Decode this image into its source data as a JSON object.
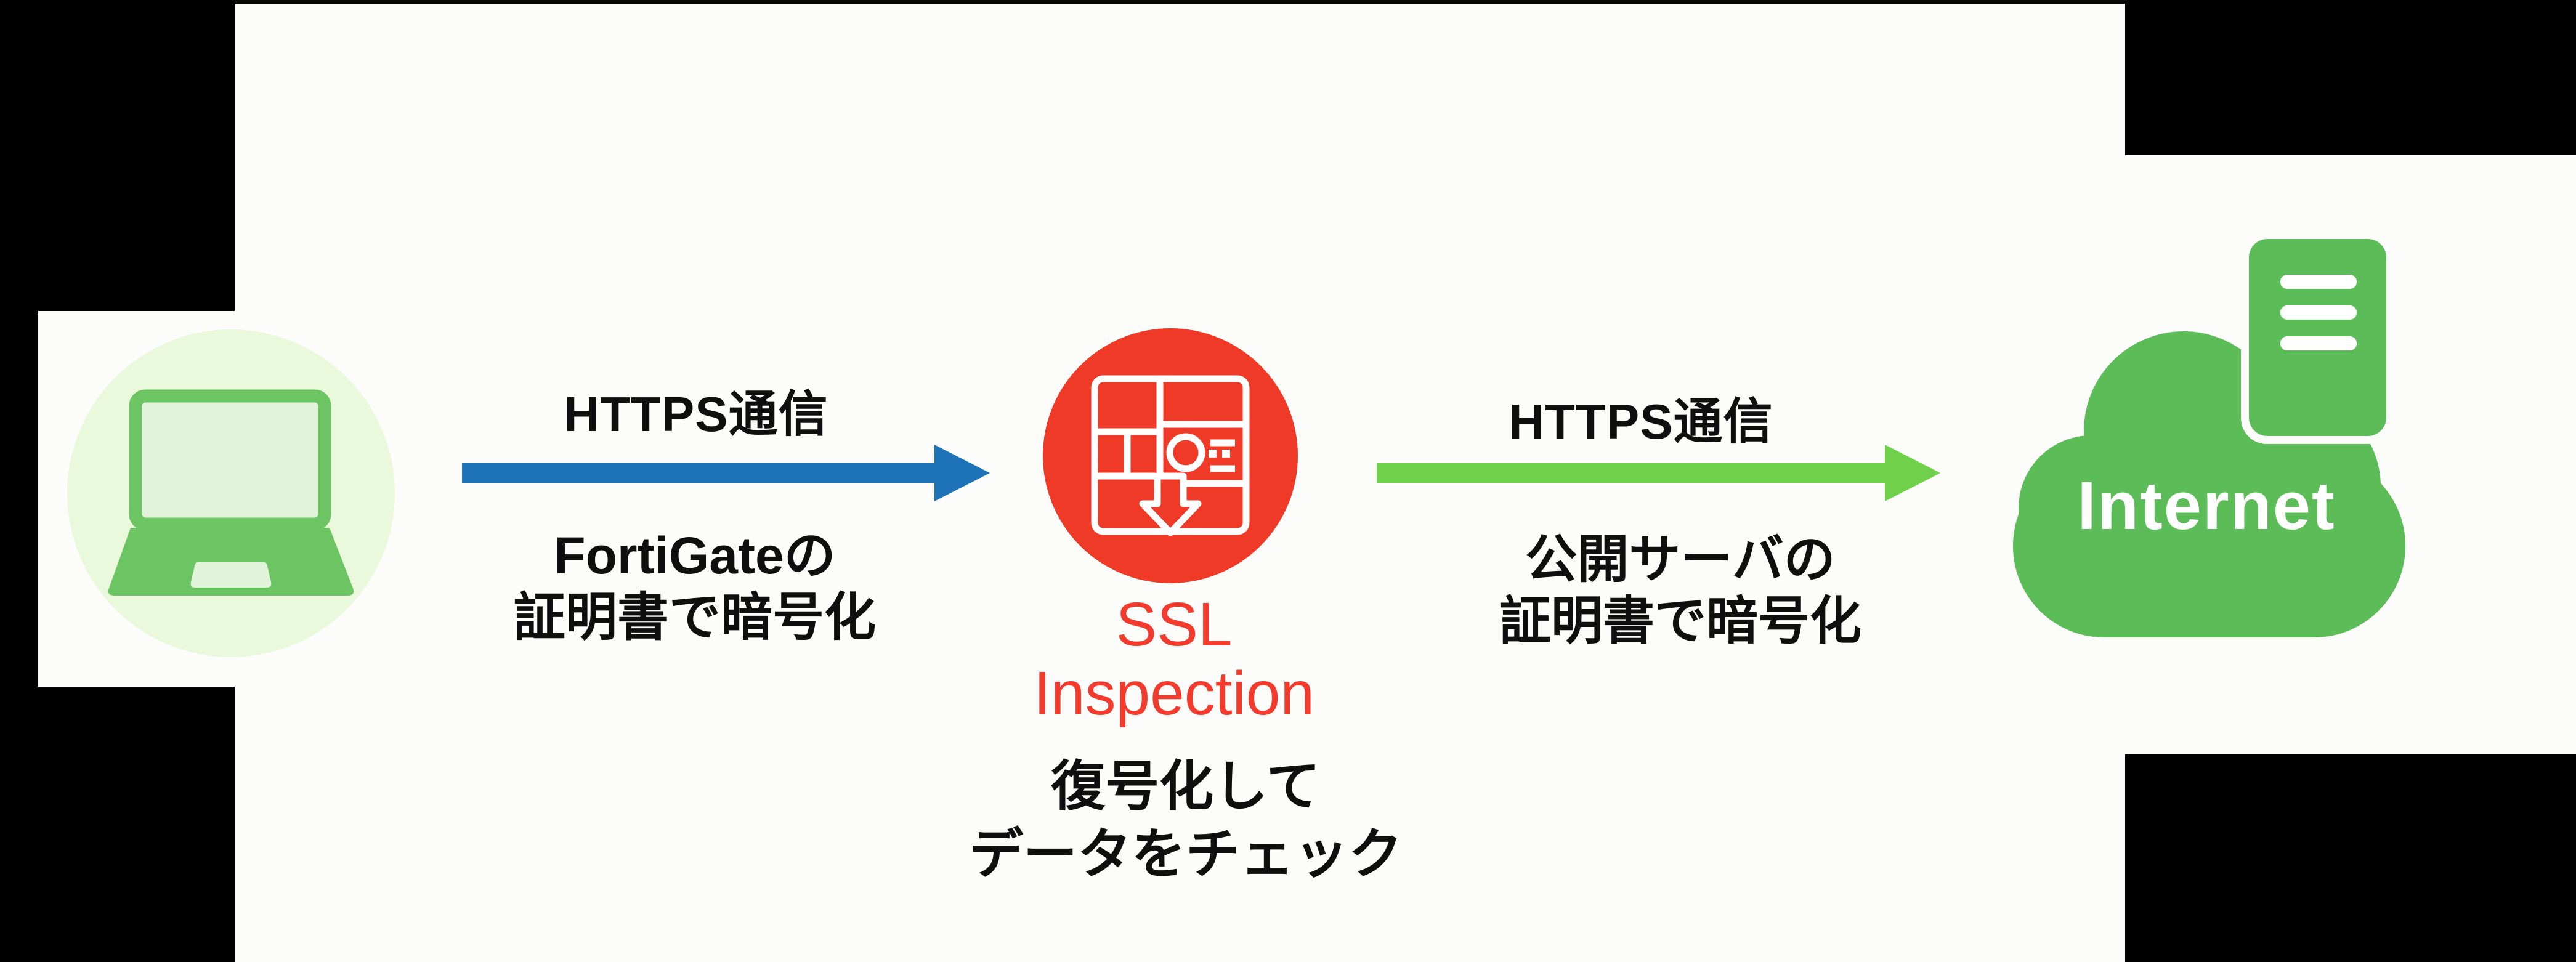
{
  "page": {
    "background_color": "#fcfcfb",
    "frame_color": "#000000",
    "text_color": "#0f0f0f"
  },
  "client": {
    "icon": "laptop-icon",
    "halo_color": "#eaf8dc",
    "device_color": "#6cc463",
    "screen_color": "#e1f3d9"
  },
  "flow_left": {
    "label": "HTTPS通信",
    "arrow_color": "#1e72b8",
    "note_line1": "FortiGateの",
    "note_line2": "証明書で暗号化"
  },
  "inspection": {
    "icon": "firewall-inspection-icon",
    "circle_color": "#ee3a26",
    "glyph_color": "#ffffff",
    "title_line1": "SSL",
    "title_line2": "Inspection",
    "title_color": "#f23b2c",
    "note_line1": "復号化して",
    "note_line2": "データをチェック"
  },
  "flow_right": {
    "label": "HTTPS通信",
    "arrow_color": "#6fd04a",
    "note_line1": "公開サーバの",
    "note_line2": "証明書で暗号化"
  },
  "internet": {
    "label": "Internet",
    "label_color": "#ffffff",
    "cloud_color": "#5cbd58",
    "document_icon": "document-icon",
    "document_line_color": "#ffffff"
  }
}
